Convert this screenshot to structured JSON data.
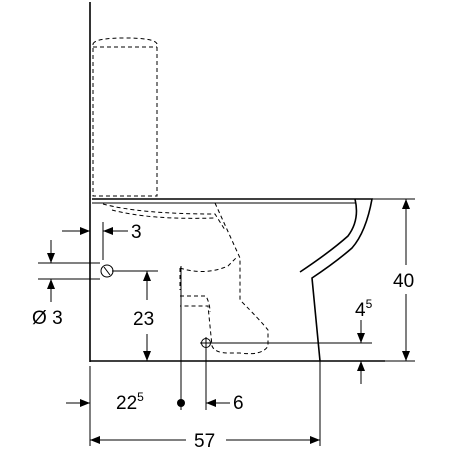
{
  "dimensions": {
    "rear_offset": "3",
    "pipe_diameter_prefix": "Ø",
    "pipe_diameter_value": "3",
    "inlet_height": "23",
    "outlet_height_base": "4",
    "outlet_height_sup": "5",
    "total_height": "40",
    "outlet_distance_base": "22",
    "outlet_distance_sup": "5",
    "outlet_offset": "6",
    "total_depth": "57"
  }
}
